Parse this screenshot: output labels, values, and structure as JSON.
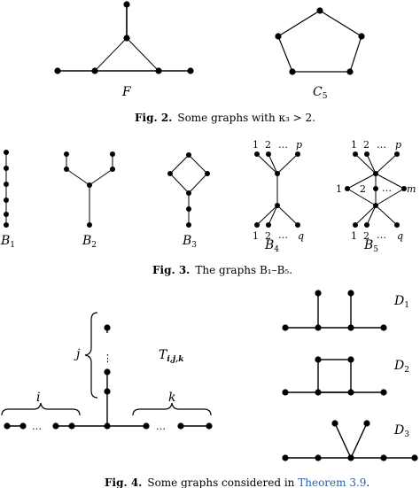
{
  "fig2": {
    "label_F": "F",
    "label_C_main": "C",
    "label_C_sub": "5",
    "caption_prefix": "Fig. 2.",
    "caption_text": "Some graphs with κ₃ > 2."
  },
  "fig3": {
    "labels": [
      {
        "main": "B",
        "sub": "1"
      },
      {
        "main": "B",
        "sub": "2"
      },
      {
        "main": "B",
        "sub": "3"
      },
      {
        "main": "B",
        "sub": "4"
      },
      {
        "main": "B",
        "sub": "5"
      }
    ],
    "b4_top": [
      "1",
      "2",
      "…",
      "p"
    ],
    "b4_bottom": [
      "1",
      "2",
      "…",
      "q"
    ],
    "b5_top": [
      "1",
      "2",
      "…",
      "p"
    ],
    "b5_mid": [
      "1",
      "2",
      "…",
      "m"
    ],
    "b5_bottom": [
      "1",
      "2",
      "…",
      "q"
    ],
    "caption_prefix": "Fig. 3.",
    "caption_text": "The graphs B₁–B₅."
  },
  "fig4": {
    "T_main": "T",
    "T_sub": "i,j,k",
    "brace_i": "i",
    "brace_j": "j",
    "brace_k": "k",
    "dots": "…",
    "vdots": "⋮",
    "D": [
      {
        "main": "D",
        "sub": "1"
      },
      {
        "main": "D",
        "sub": "2"
      },
      {
        "main": "D",
        "sub": "3"
      }
    ],
    "caption_prefix": "Fig. 4.",
    "caption_text": "Some graphs considered in ",
    "caption_link": "Theorem 3.9",
    "caption_end": "."
  }
}
